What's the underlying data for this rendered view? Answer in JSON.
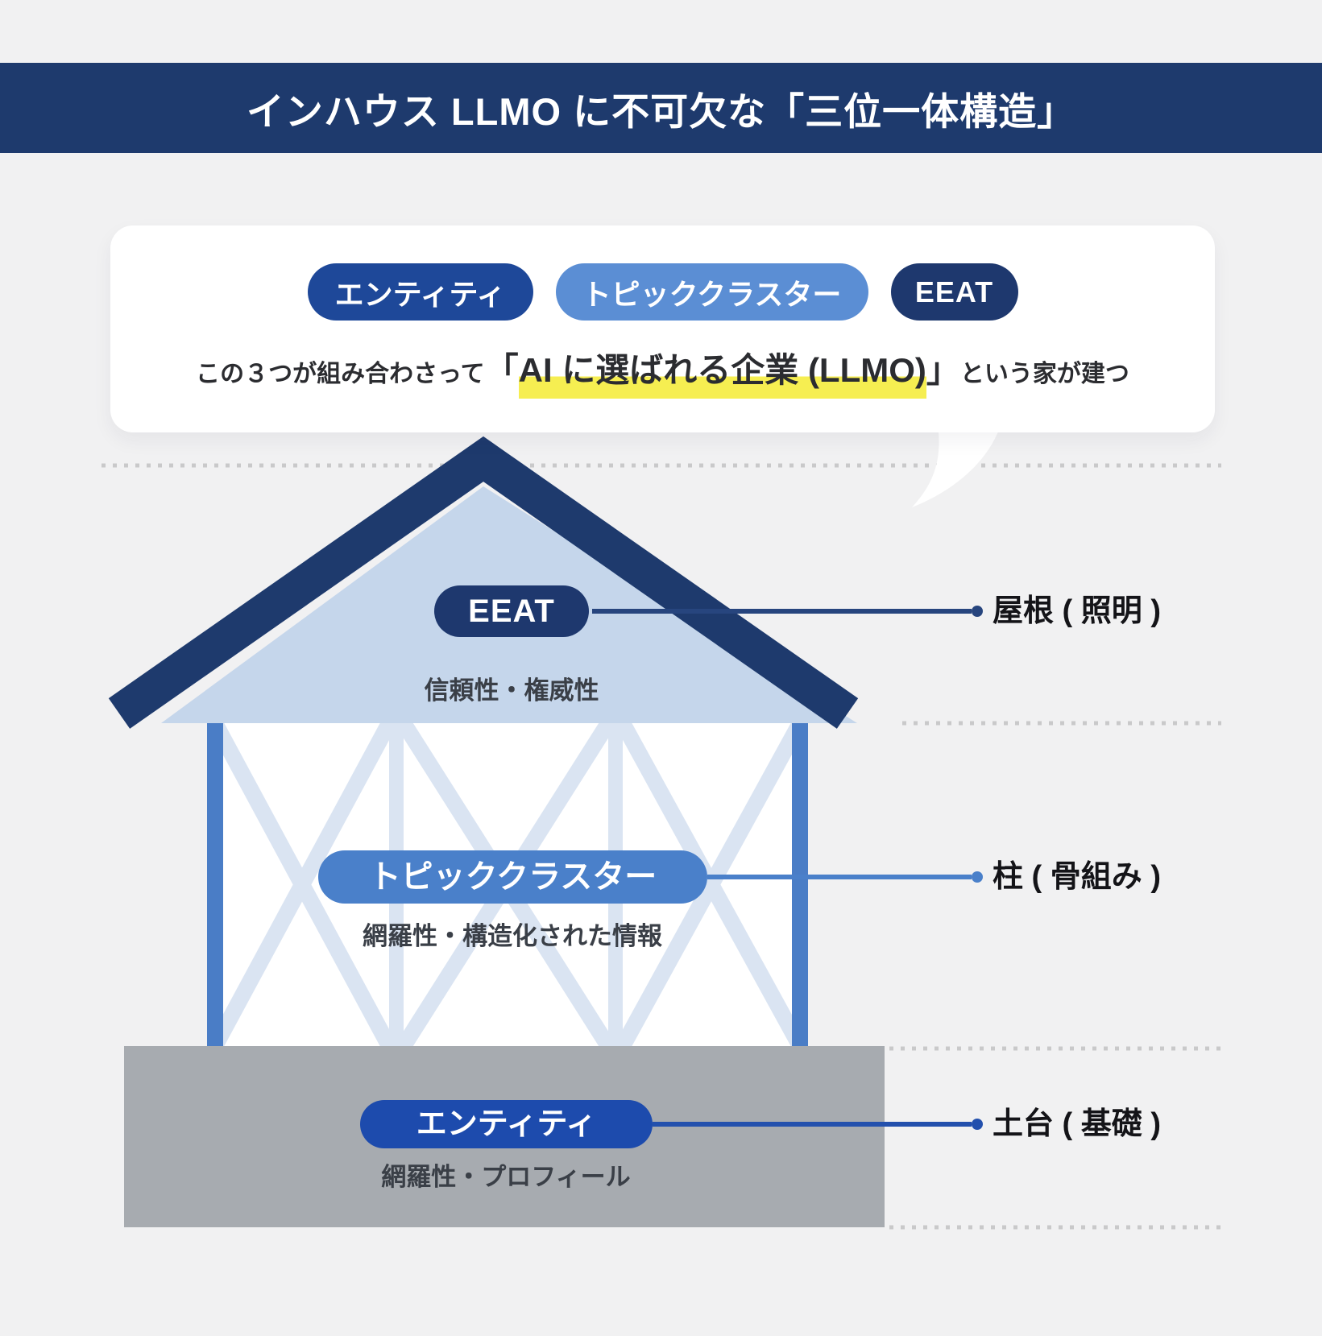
{
  "header": {
    "title": "インハウス LLMO に不可欠な「三位一体構造」"
  },
  "bubble": {
    "pills": [
      {
        "id": "entity",
        "label": "エンティティ",
        "color": "#1e4899"
      },
      {
        "id": "topic-cluster",
        "label": "トピッククラスター",
        "color": "#5b8ed4"
      },
      {
        "id": "eeat",
        "label": "EEAT",
        "color": "#1e386e"
      }
    ],
    "sentence": {
      "prefix": "この３つが組み合わさって",
      "open_bracket": "「",
      "highlighted": "AI に選ばれる企業 (LLMO)",
      "close_bracket": "」",
      "suffix": "という家が建つ",
      "highlight_color": "#f6ee51"
    }
  },
  "house": {
    "roof": {
      "pill_label": "EEAT",
      "pill_color": "#1e386e",
      "description": "信頼性・権威性",
      "callout": "屋根 ( 照明 )"
    },
    "frame": {
      "pill_label": "トピッククラスター",
      "pill_color": "#4a80ca",
      "description": "網羅性・構造化された情報",
      "callout": "柱 ( 骨組み )"
    },
    "foundation": {
      "pill_label": "エンティティ",
      "pill_color": "#1d4bad",
      "description": "網羅性・プロフィール",
      "callout": "土台 ( 基礎 )"
    }
  },
  "colors": {
    "page_bg": "#f1f1f2",
    "title_bar_bg": "#1e3a6d",
    "roof_stroke": "#1e3a6d",
    "roof_fill": "#c5d6eb",
    "pillar": "#4a7dc6",
    "brace": "#dae4f2",
    "wall": "#ffffff",
    "foundation": "#a7abb0",
    "dotted_line": "#c9c9ca",
    "callout_roof_line": "#27457e",
    "callout_frame_line": "#4a80ca",
    "callout_foundation_line": "#2350ad",
    "highlight": "#f6ee51"
  }
}
